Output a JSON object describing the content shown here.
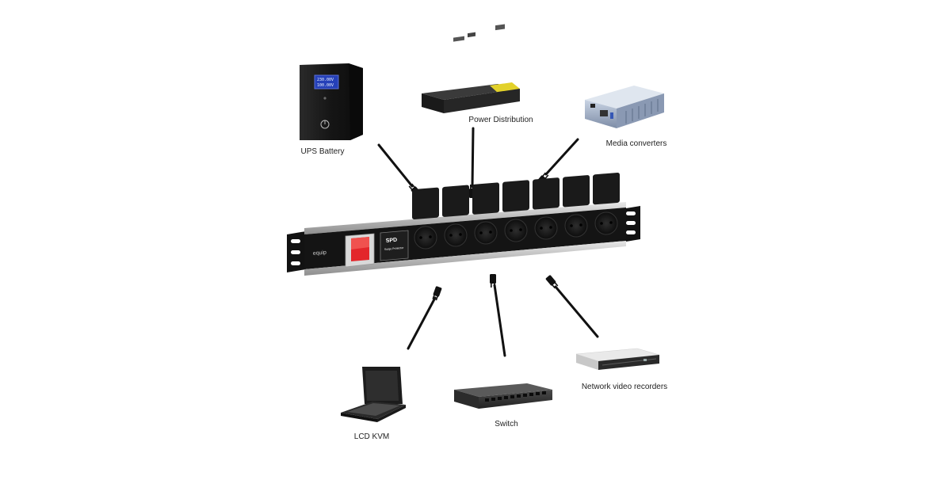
{
  "devices": {
    "ups": {
      "label": "UPS Battery",
      "display_line_1": "230.00V",
      "display_line_2": "100.00V"
    },
    "power_distribution": {
      "label": "Power Distribution"
    },
    "media_converters": {
      "label": "Media converters"
    },
    "lcd_kvm": {
      "label": "LCD KVM"
    },
    "switch": {
      "label": "Switch"
    },
    "nvr": {
      "label": "Network video recorders"
    }
  },
  "pdu": {
    "brand": "equip",
    "spd_label": "SPD",
    "spd_sub_label": "Surge Protector",
    "outlet_count": 7,
    "switch_color": "#e3262b"
  }
}
